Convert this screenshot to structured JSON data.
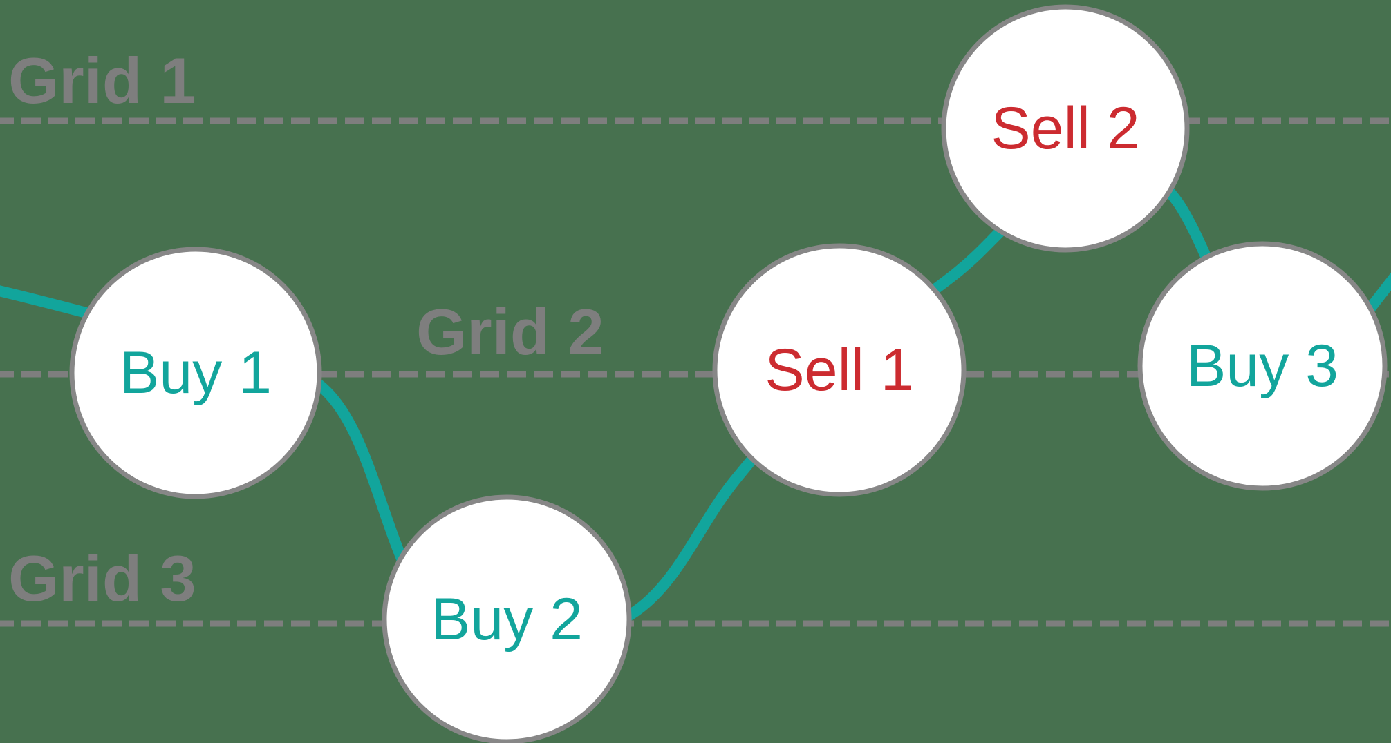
{
  "colors": {
    "background": "#47714F",
    "teal": "#12A59C",
    "red": "#CC2B30",
    "gray": "#7E7E7E",
    "circle_border": "#878787",
    "circle_fill": "#FFFFFF"
  },
  "grids": [
    {
      "label": "Grid 1"
    },
    {
      "label": "Grid 2"
    },
    {
      "label": "Grid 3"
    }
  ],
  "nodes": [
    {
      "id": "buy-1",
      "label": "Buy 1",
      "type": "buy"
    },
    {
      "id": "buy-2",
      "label": "Buy 2",
      "type": "buy"
    },
    {
      "id": "sell-1",
      "label": "Sell 1",
      "type": "sell"
    },
    {
      "id": "sell-2",
      "label": "Sell 2",
      "type": "sell"
    },
    {
      "id": "buy-3",
      "label": "Buy 3",
      "type": "buy"
    }
  ]
}
